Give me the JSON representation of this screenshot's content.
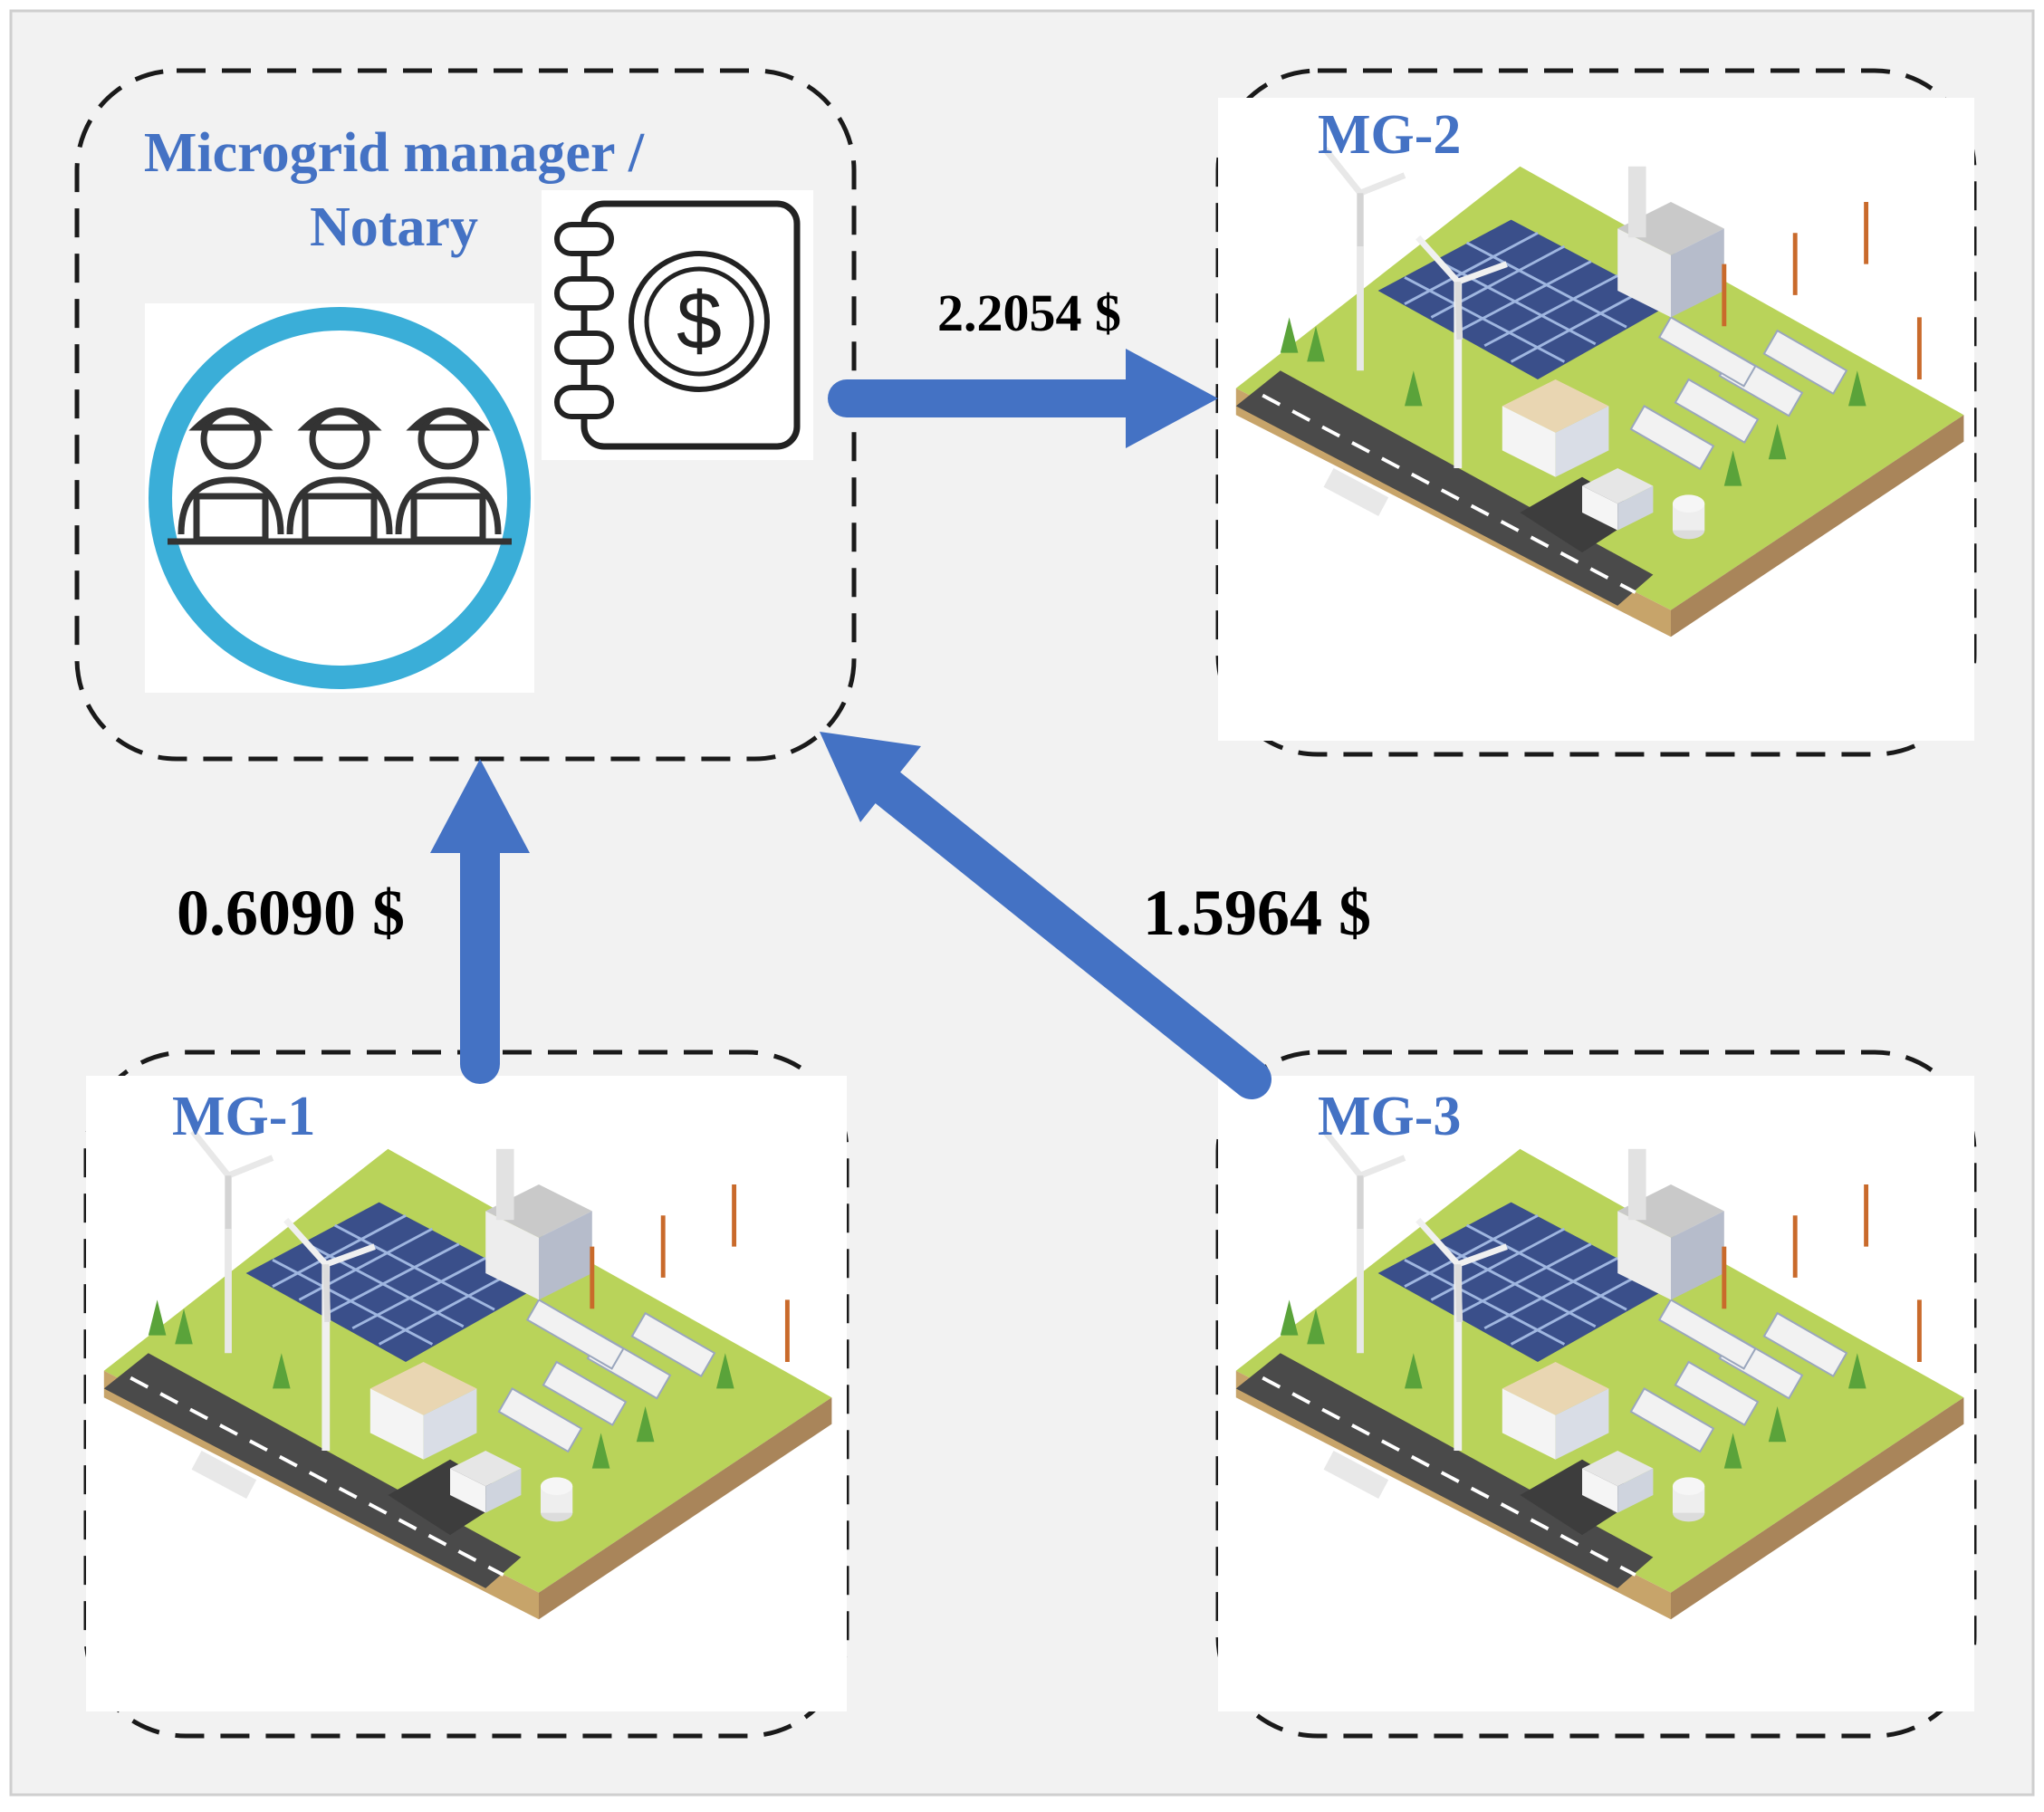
{
  "manager": {
    "title_line1": "Microgrid manager /",
    "title_line2": "Notary",
    "icons": [
      "people-at-laptops-icon",
      "ledger-dollar-icon"
    ]
  },
  "microgrids": [
    {
      "id": "mg1",
      "label": "MG-1",
      "icon": "microgrid-isometric-illustration"
    },
    {
      "id": "mg2",
      "label": "MG-2",
      "icon": "microgrid-isometric-illustration"
    },
    {
      "id": "mg3",
      "label": "MG-3",
      "icon": "microgrid-isometric-illustration"
    }
  ],
  "flows": [
    {
      "from": "MG-1",
      "to": "Microgrid manager / Notary",
      "amount": "0.6090 $"
    },
    {
      "from": "Microgrid manager / Notary",
      "to": "MG-2",
      "amount": "2.2054 $"
    },
    {
      "from": "MG-3",
      "to": "Microgrid manager / Notary",
      "amount": "1.5964 $"
    }
  ],
  "colors": {
    "arrow": "#4472c4",
    "label": "#4472c4",
    "background": "#f2f2f2",
    "border_dash": "#1a1a1a",
    "ring": "#3aaed8",
    "grass": "#b9d35a",
    "solar": "#3a4f8a"
  }
}
